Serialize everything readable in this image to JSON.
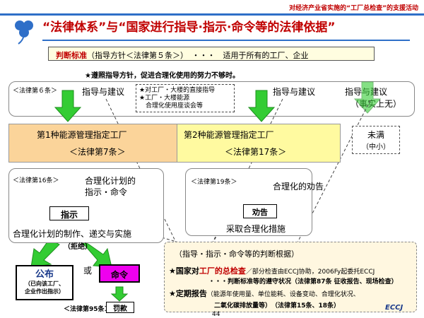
{
  "header": {
    "top_right": "对经济产业省实施的“工厂总检查”的支援活动",
    "title": "“法律体系”与“国家进行指导·指示·命令等的法律依据”"
  },
  "judgment": {
    "label": "判断标准",
    "rest": "（指导方针＜法律第５条＞）　・・・　适用于所有的工厂、企业"
  },
  "note": "★遵照指导方针，促进合理化使用的努力不够时。",
  "upper": {
    "law6": "＜法律第６条＞",
    "guidance1": "指导与建议",
    "dashed": [
      "★对工厂・大楼的直接指导",
      "★工厂・大楼能源",
      "　合理化使用座谈会等"
    ],
    "guidance2": "指导与建议",
    "guidance3": "指导与建议",
    "guidance3_sub": "（事实上无）"
  },
  "tiers": {
    "type1_title": "第1种能源管理指定工厂",
    "type1_law": "＜法律第7条＞",
    "type2_title": "第2种能源管理指定工厂",
    "type2_law": "＜法律第17条＞",
    "under_title": "未满",
    "under_sub": "（中小）"
  },
  "left_lower": {
    "law16": "＜法律第16条＞",
    "plan_line1": "合理化计划的",
    "plan_line2": "指示・命令",
    "instruction": "指示",
    "plan_text": "合理化计划的制作、递交与实施",
    "refuse": "（拒绝）",
    "publish": "公布",
    "publish_sub1": "（已向该工厂、",
    "publish_sub2": "企业作出指示）",
    "or": "或",
    "order": "命令",
    "law95": "＜法律第95条＞",
    "fine": "罚款"
  },
  "mid_lower": {
    "law19": "＜法律第19条＞",
    "advice_text": "合理化的劝告",
    "advice": "劝告",
    "measure": "采取合理化措施"
  },
  "basis": {
    "title": "（指导・指示・命令等的判断根据）",
    "l1_star": "★国家对",
    "l1_red": "工厂的总检查",
    "l1_rest": "／部分检查由ECCJ协助，2006Fy起委托ECCJ",
    "l2": "・・・判断标准等的遵守状况（法律第87条 征收报告、现场检查）",
    "l3_star": "★定期报告",
    "l3_rest": "（能源年使用量、单位能耗、设备变动、合理化状况、",
    "l4": "二氧化碳排放量等）　（法律第15条、18条）"
  },
  "footer": {
    "page": "44",
    "logo": "ECCJ"
  },
  "colors": {
    "accent": "#c00000",
    "title_line": "#2f6fc8",
    "arrow_green": "#33cc33",
    "order_magenta": "#ee00ee"
  }
}
